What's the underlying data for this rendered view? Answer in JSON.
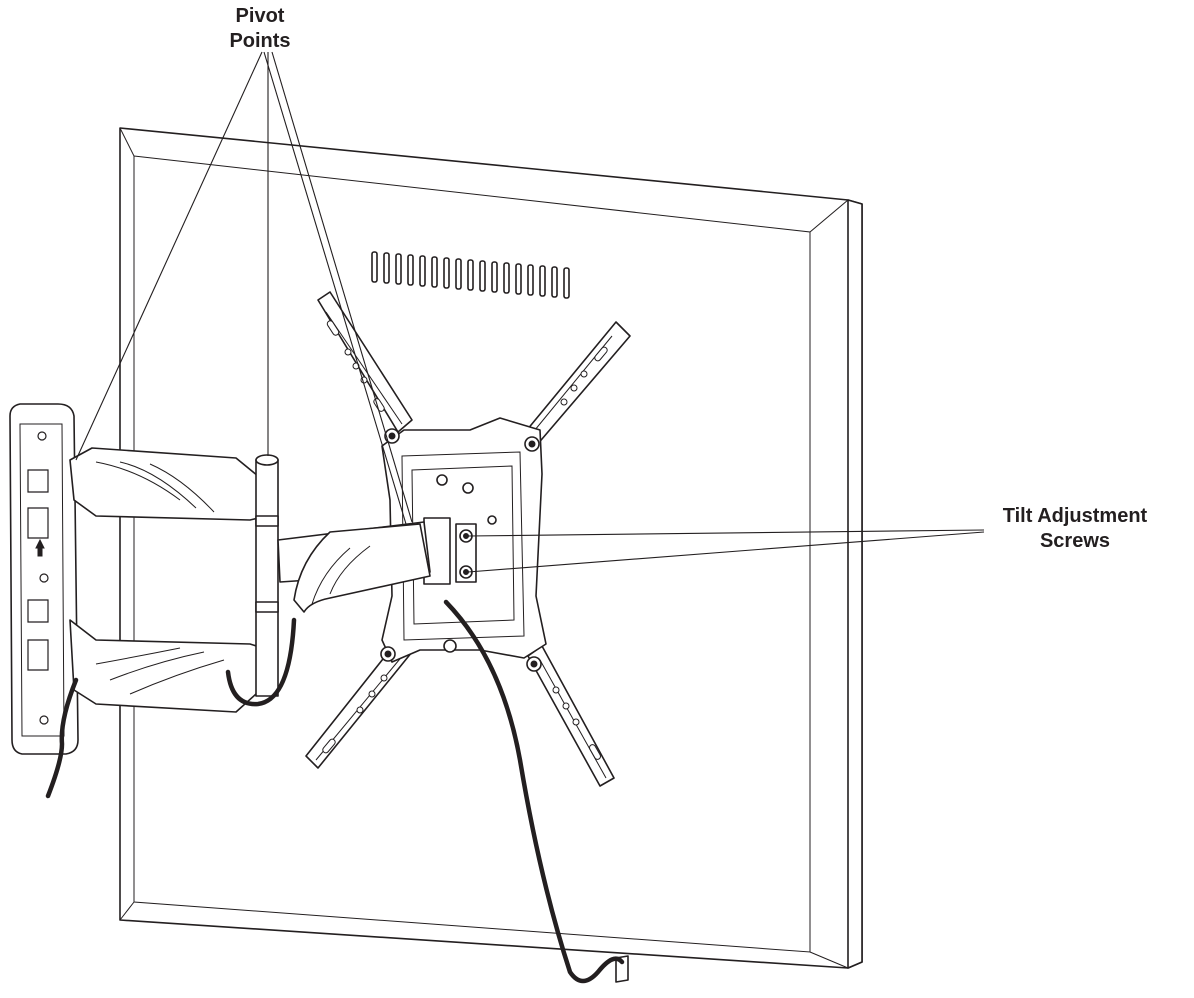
{
  "callouts": {
    "pivot_points": {
      "line1": "Pivot",
      "line2": "Points"
    },
    "tilt_screws": {
      "line1": "Tilt Adjustment",
      "line2": "Screws"
    }
  },
  "colors": {
    "ink": "#231f20",
    "paper": "#ffffff"
  }
}
